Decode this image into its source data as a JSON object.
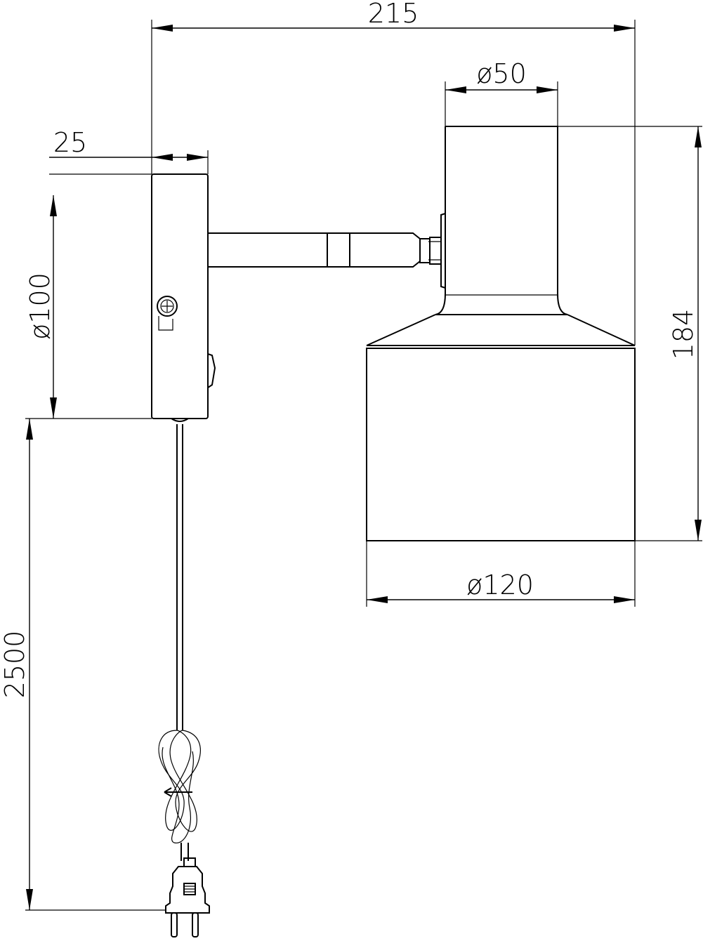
{
  "dimensions": {
    "total_width": "215",
    "mount_depth": "25",
    "mount_diameter": "ø100",
    "top_diameter": "ø50",
    "shade_diameter": "ø120",
    "lamp_height": "184",
    "cable_length": "2500"
  }
}
